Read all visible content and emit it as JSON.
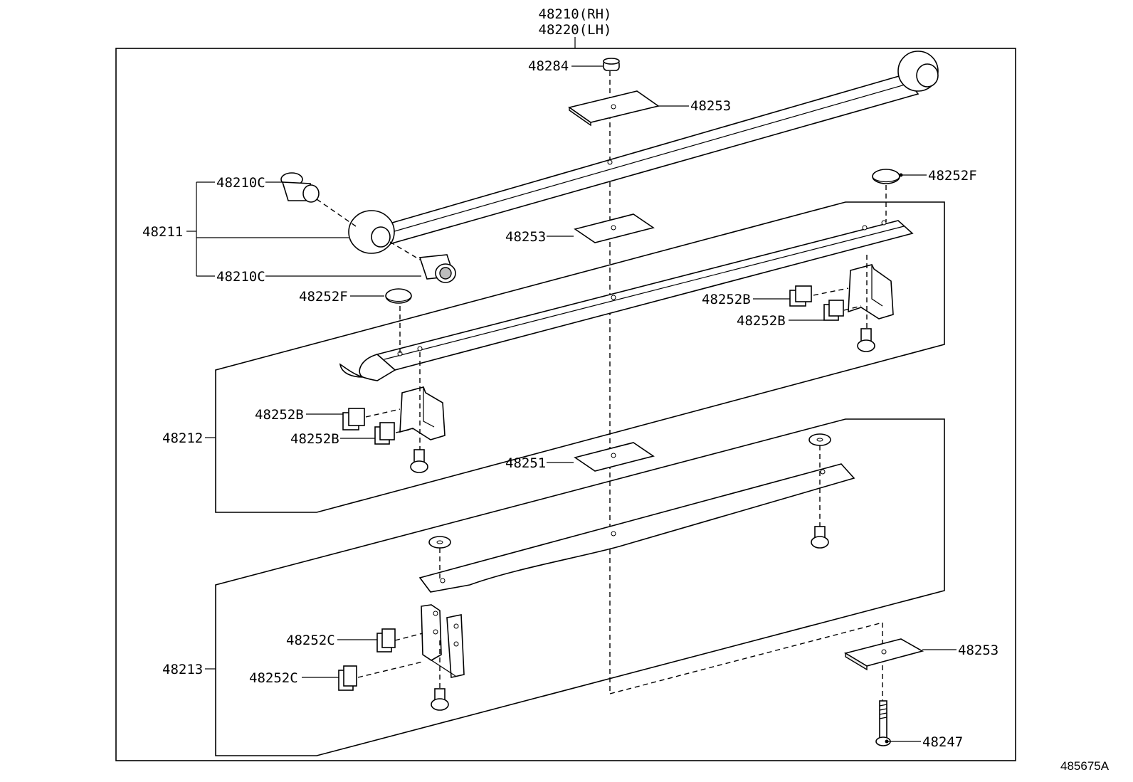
{
  "diagram": {
    "assembly_labels": [
      "48210(RH)",
      "48220(LH)"
    ],
    "parts": {
      "p48284": "48284",
      "p48253_top": "48253",
      "p48252F_right": "48252F",
      "p48210C_upper": "48210C",
      "p48211": "48211",
      "p48210C_lower": "48210C",
      "p48253_mid": "48253",
      "p48252F_left": "48252F",
      "p48252B_r1": "48252B",
      "p48252B_r2": "48252B",
      "p48252B_l1": "48252B",
      "p48252B_l2": "48252B",
      "p48212": "48212",
      "p48251": "48251",
      "p48252C_1": "48252C",
      "p48252C_2": "48252C",
      "p48213": "48213",
      "p48253_bottom": "48253",
      "p48247": "48247"
    },
    "figure_id": "485675A"
  }
}
